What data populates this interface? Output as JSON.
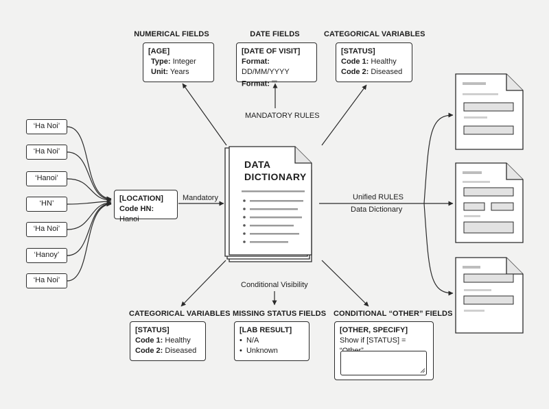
{
  "top": {
    "numerical": {
      "heading": "NUMERICAL FIELDS",
      "title": "[AGE]",
      "lines": [
        {
          "key": "Type:",
          "value": "Integer"
        },
        {
          "key": "Unit:",
          "value": "Years"
        }
      ]
    },
    "date": {
      "heading": "DATE FIELDS",
      "title": "[DATE OF VISIT]",
      "lines": [
        {
          "key": "Format:",
          "value": "DD/MM/YYYY"
        },
        {
          "key": "Format:",
          "value": "ᵞᵞᵞᵞ"
        }
      ]
    },
    "categorical": {
      "heading": "CATEGORICAL VARIABLES",
      "title": "[STATUS]",
      "lines": [
        {
          "key": "Code 1:",
          "value": "Healthy"
        },
        {
          "key": "Code 2:",
          "value": "Diseased"
        }
      ]
    }
  },
  "center": {
    "doc_title_line1": "DATA",
    "doc_title_line2": "DICTIONARY",
    "mandatory_rules_label": "MANDATORY RULES",
    "conditional_visibility_label": "Conditional Visibility",
    "mandatory_label": "Mandatory",
    "unified_line1": "Unified RULES",
    "unified_line2": "Data Dictionary"
  },
  "inputs": [
    "‘Ha Noi’",
    "‘Ha Noi’",
    "‘Hanoi’",
    "‘HN’",
    "‘Ha Noi’",
    "‘Hanoy’",
    "‘Ha Noi’"
  ],
  "location": {
    "title": "[LOCATION]",
    "key": "Code HN:",
    "value": "Hanoi"
  },
  "bottom": {
    "categorical": {
      "heading": "CATEGORICAL VARIABLES",
      "title": "[STATUS]",
      "lines": [
        {
          "key": "Code 1:",
          "value": "Healthy"
        },
        {
          "key": "Code 2:",
          "value": "Diseased"
        }
      ]
    },
    "missing": {
      "heading": "MISSING STATUS FIELDS",
      "title": "[LAB RESULT]",
      "bullets": [
        "N/A",
        "Unknown"
      ]
    },
    "other": {
      "heading": "CONDITIONAL “OTHER” FIELDS",
      "title": "[OTHER, SPECIFY]",
      "condition": "Show if [STATUS] = “Other”"
    }
  },
  "colors": {
    "background": "#f2f2f1",
    "ink": "#2a2a2a",
    "form_bar": "#e2e2e2"
  }
}
